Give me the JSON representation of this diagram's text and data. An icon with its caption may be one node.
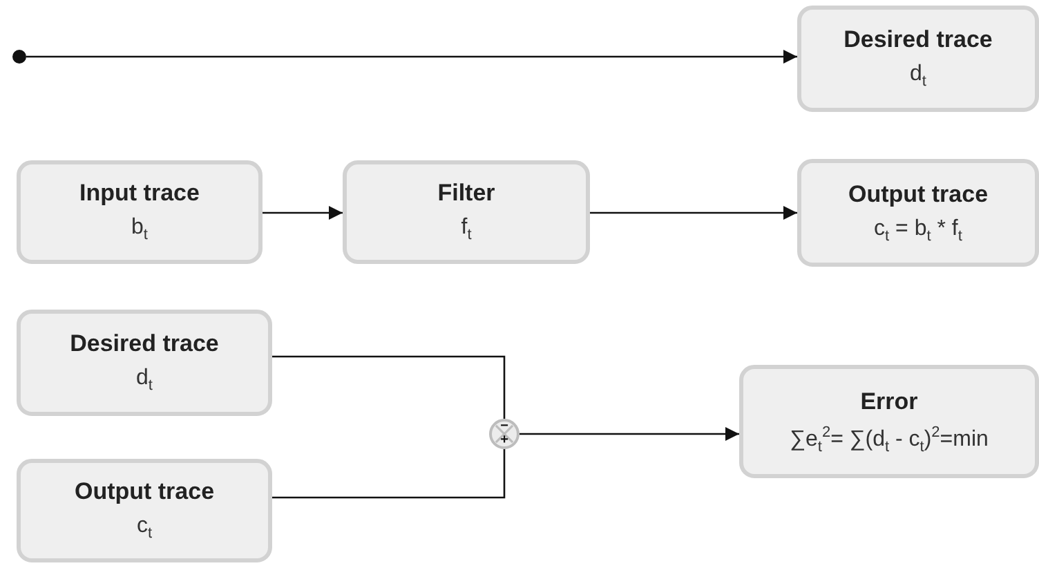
{
  "diagram": {
    "nodes": [
      {
        "text": [],
        "shape": "circle"
      },
      {
        "text": [
          "Desired trace",
          "d$_{t}$"
        ]
      },
      {
        "text": [
          "Input trace",
          "b$_{t}$"
        ]
      },
      {
        "text": [
          "Filter",
          "f$_{t}$"
        ]
      },
      {
        "text": [
          "Output trace",
          "c$_{t}$ = b$_{t}$ * f$_{t}$"
        ]
      },
      {
        "text": [
          "Desired trace",
          "d$_{t}$"
        ]
      },
      {
        "text": [
          "Output trace",
          "c$_{t}$"
        ]
      },
      {
        "text": [
          "−",
          "+"
        ]
      },
      {
        "text": [
          "Error",
          "∑e$_{t}$$^{2}$= ∑(d$_{t}$ - c$_{t}$)$^{2}$=min"
        ]
      }
    ],
    "edges": [
      {
        "from": 0,
        "to": 1,
        "arrow": "to"
      },
      {
        "from": 2,
        "to": 3,
        "arrow": "to"
      },
      {
        "from": 3,
        "to": 4,
        "arrow": "to"
      },
      {
        "from": 5,
        "to": 7,
        "arrow": "none"
      },
      {
        "from": 6,
        "to": 7,
        "arrow": "none"
      },
      {
        "from": 7,
        "to": 8,
        "arrow": "to"
      }
    ]
  }
}
